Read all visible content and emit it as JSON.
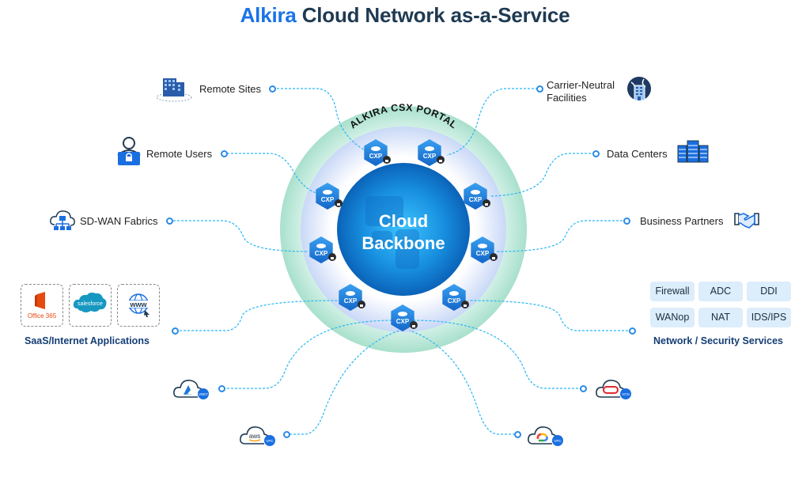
{
  "title": {
    "brand": "Alkira",
    "rest": " Cloud Network as-a-Service"
  },
  "colors": {
    "brand": "#1a73e8",
    "title_dark": "#1f3a52",
    "connector": "#29b6f6",
    "outer_ring": "#c8eee0",
    "inner_ring": "#dde6fb",
    "core": "#1a8ad6",
    "cxp": "#1e88e5",
    "group_title": "#153e75",
    "service_bg": "#dcedfb"
  },
  "core": {
    "portal_label": "ALKIRA CSX PORTAL",
    "backbone_line1": "Cloud",
    "backbone_line2": "Backbone",
    "cxp_label": "CXP",
    "cxp_count": 9
  },
  "endpoints": {
    "remote_sites": {
      "label": "Remote Sites",
      "icon": "office-building-icon"
    },
    "remote_users": {
      "label": "Remote Users",
      "icon": "user-laptop-lock-icon"
    },
    "sdwan": {
      "label": "SD-WAN Fabrics",
      "icon": "cloud-network-icon"
    },
    "carrier": {
      "line1": "Carrier-Neutral",
      "line2": "Facilities",
      "icon": "globe-building-icon"
    },
    "data_centers": {
      "label": "Data Centers",
      "icon": "server-rack-icon"
    },
    "partners": {
      "label": "Business Partners",
      "icon": "handshake-icon"
    }
  },
  "saas": {
    "title": "SaaS/Internet Applications",
    "apps": [
      {
        "name": "Office 365",
        "icon": "office365-icon"
      },
      {
        "name": "salesforce",
        "icon": "salesforce-icon"
      },
      {
        "name": "www",
        "icon": "web-icon"
      }
    ]
  },
  "services": {
    "title": "Network / Security Services",
    "items": [
      "Firewall",
      "ADC",
      "DDI",
      "WANop",
      "NAT",
      "IDS/IPS"
    ]
  },
  "clouds": {
    "azure": {
      "badge": "VNET",
      "icon": "azure-icon"
    },
    "aws": {
      "badge": "VPC",
      "logo": "aws",
      "icon": "aws-icon"
    },
    "oracle": {
      "badge": "VCN",
      "icon": "oracle-icon"
    },
    "gcp": {
      "badge": "VPC",
      "icon": "google-cloud-icon"
    }
  }
}
